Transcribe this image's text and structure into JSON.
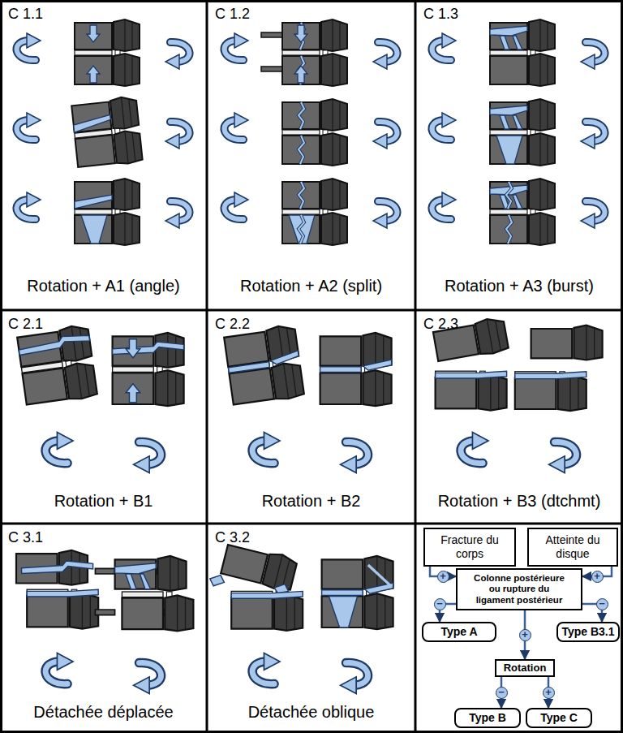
{
  "diagram": {
    "nodes": [
      {
        "text": [
          "C 1.1",
          "Rotation + A1 (angle)"
        ]
      },
      {
        "text": [
          "C 1.2",
          "Rotation + A2 (split)"
        ]
      },
      {
        "text": [
          "C 1.3",
          "Rotation + A3 (burst)"
        ]
      },
      {
        "text": [
          "C 2.1",
          "Rotation + B1"
        ]
      },
      {
        "text": [
          "C 2.2",
          "Rotation + B2"
        ]
      },
      {
        "text": [
          "C 2.3",
          "Rotation + B3 (dtchmt)"
        ]
      },
      {
        "text": [
          "C 3.1",
          "Détachée déplacée"
        ]
      },
      {
        "text": [
          "C 3.2",
          "Détachée oblique"
        ]
      },
      {
        "text": [
          "Fracture du corps"
        ]
      },
      {
        "text": [
          "Atteinte du disque"
        ]
      },
      {
        "text": [
          "Colonne postérieure ou rupture du ligament postérieur"
        ]
      },
      {
        "text": [
          "Type A"
        ]
      },
      {
        "text": [
          "Type B3.1"
        ]
      },
      {
        "text": [
          "Rotation"
        ]
      },
      {
        "text": [
          "Type B"
        ]
      },
      {
        "text": [
          "Type C"
        ]
      }
    ],
    "edges": [
      {
        "from": 8,
        "to": 10,
        "label": "+",
        "arrow": "to"
      },
      {
        "from": 9,
        "to": 10,
        "label": "+",
        "arrow": "to"
      },
      {
        "from": 10,
        "to": 11,
        "label": "−",
        "arrow": "to"
      },
      {
        "from": 10,
        "to": 12,
        "label": "−",
        "arrow": "to"
      },
      {
        "from": 10,
        "to": 13,
        "label": "+",
        "arrow": "to"
      },
      {
        "from": 13,
        "to": 14,
        "label": "−",
        "arrow": "to"
      },
      {
        "from": 13,
        "to": 15,
        "label": "+",
        "arrow": "to"
      }
    ]
  }
}
